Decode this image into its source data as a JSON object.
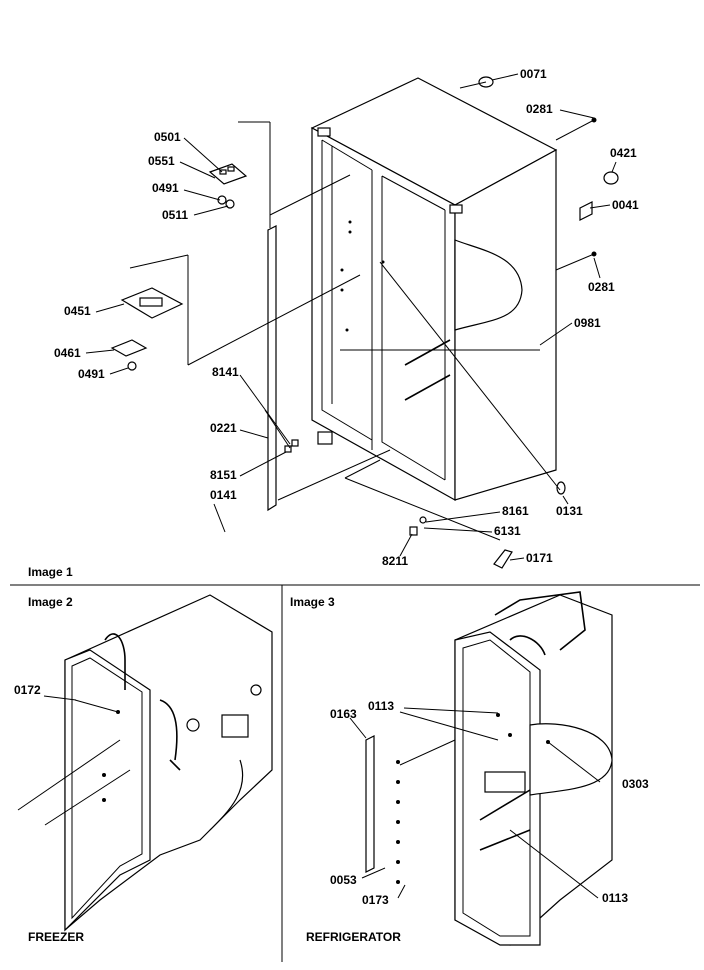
{
  "captions": {
    "image1": "Image 1",
    "image2": "Image 2",
    "image3": "Image 3",
    "freezer": "FREEZER",
    "refrigerator": "REFRIGERATOR"
  },
  "parts": {
    "p0071": "0071",
    "p0281a": "0281",
    "p0421": "0421",
    "p0041": "0041",
    "p0281b": "0281",
    "p0981": "0981",
    "p0501": "0501",
    "p0551": "0551",
    "p0491a": "0491",
    "p0511": "0511",
    "p0451": "0451",
    "p0461": "0461",
    "p0491b": "0491",
    "p8141": "8141",
    "p0221": "0221",
    "p8151": "8151",
    "p0141": "0141",
    "p0131": "0131",
    "p8161": "8161",
    "p6131": "6131",
    "p8211": "8211",
    "p0171": "0171",
    "p0172": "0172",
    "p0163": "0163",
    "p0113a": "0113",
    "p0303": "0303",
    "p0053": "0053",
    "p0173": "0173",
    "p0113b": "0113"
  }
}
